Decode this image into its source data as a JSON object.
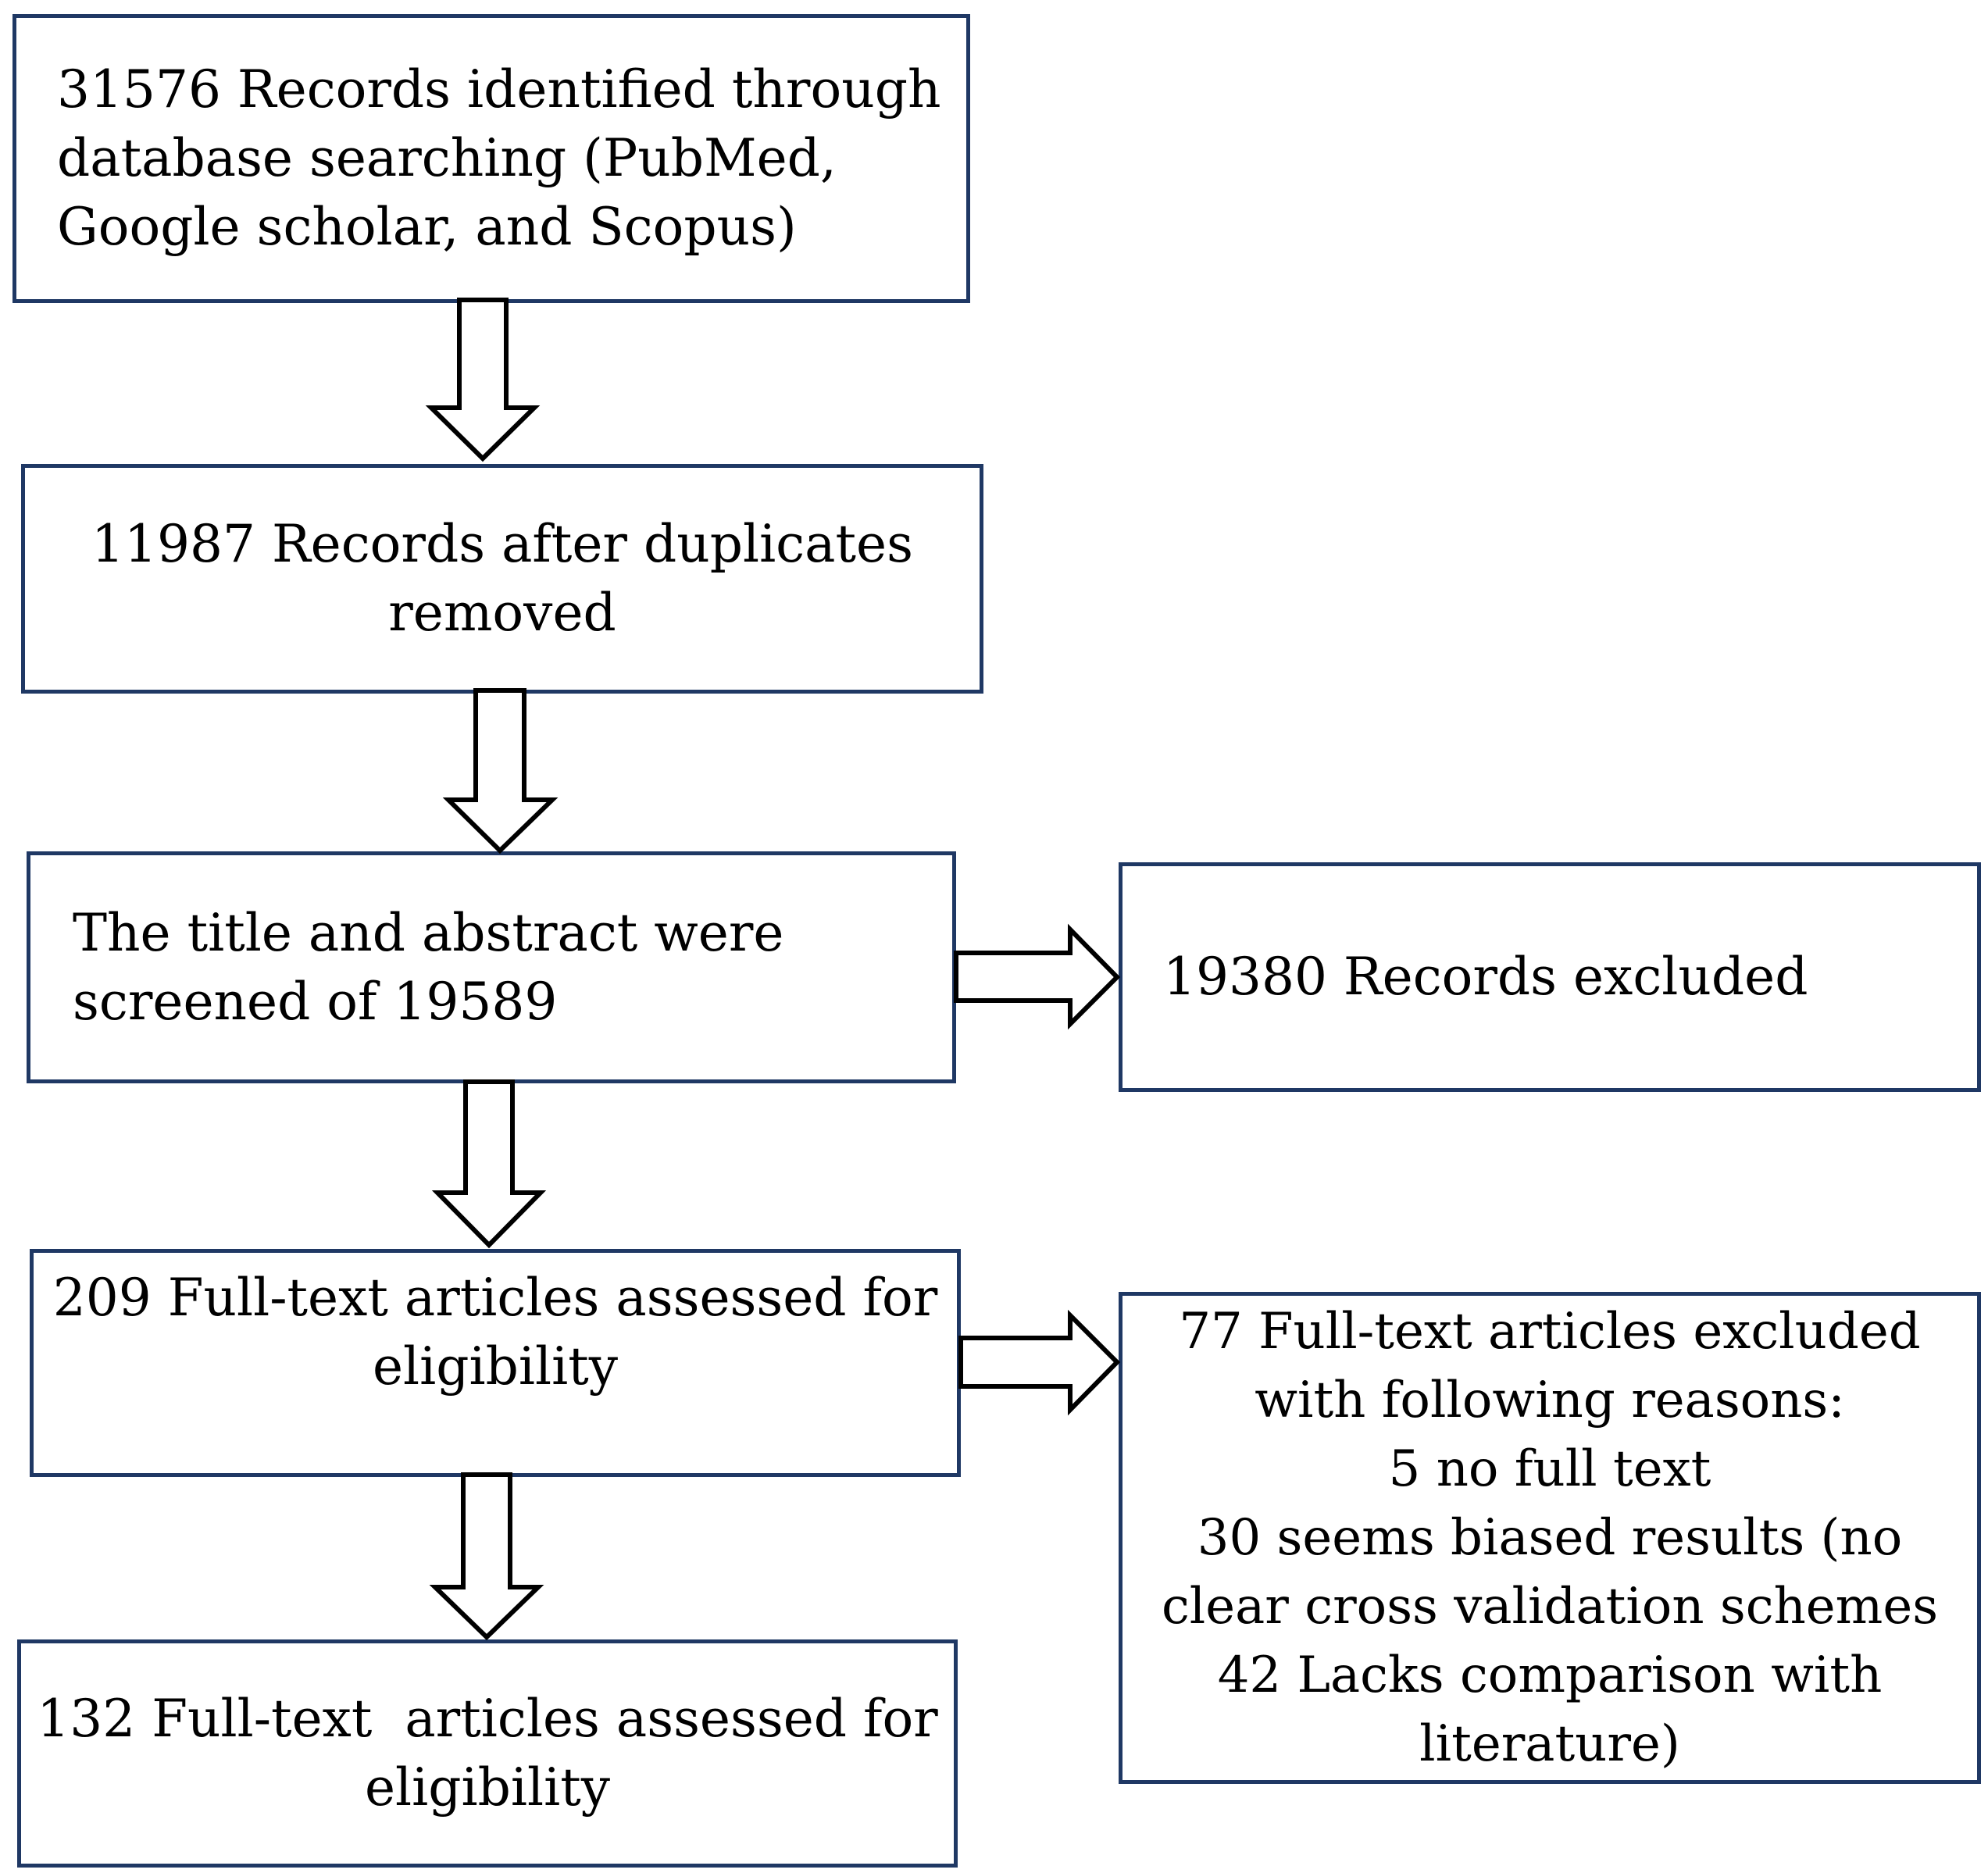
{
  "flow": {
    "identified": {
      "lines": [
        "31576 Records identified through",
        "database searching (PubMed,",
        "Google scholar, and Scopus)"
      ]
    },
    "deduplicated": {
      "lines": [
        "11987 Records after duplicates",
        "removed"
      ]
    },
    "screened": {
      "lines": [
        "The title and abstract were",
        "screened of 19589"
      ]
    },
    "excluded_records": {
      "lines": [
        "19380 Records excluded"
      ]
    },
    "fulltext_assessed": {
      "lines": [
        "209 Full-text articles assessed for",
        "eligibility"
      ]
    },
    "fulltext_excluded": {
      "lines": [
        "77 Full-text articles excluded",
        "with following reasons:",
        "5 no full text",
        "30 seems biased results (no",
        "clear cross validation schemes",
        "42 Lacks comparison with",
        "literature)"
      ]
    },
    "included": {
      "lines": [
        "132 Full-text  articles assessed for",
        "eligibility"
      ]
    }
  },
  "colors": {
    "box_border": "#1f3864",
    "arrow_stroke": "#000000",
    "text": "#000000"
  }
}
